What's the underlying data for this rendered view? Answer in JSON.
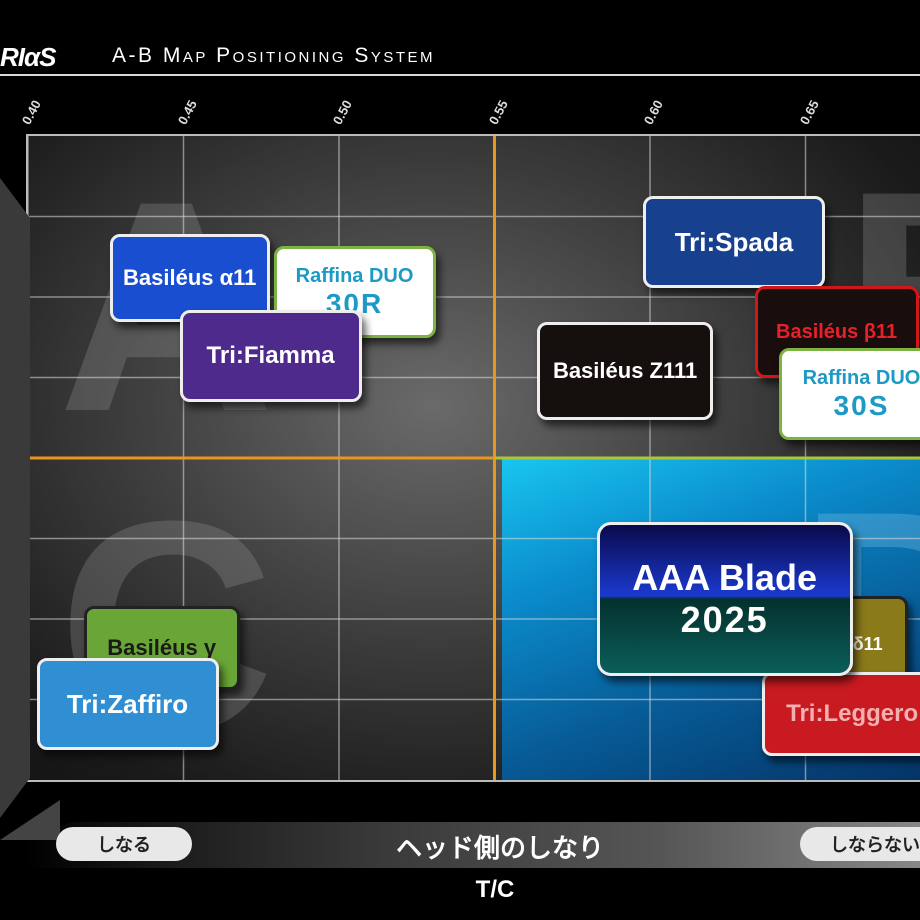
{
  "header": {
    "brand": "RIαS",
    "title": "A-B Map Positioning System"
  },
  "chart_data": {
    "type": "scatter",
    "title": "A-B Map Positioning System",
    "xlabel": "T/C",
    "x_scale_text": "ヘッド側のしなり",
    "x_end_labels": {
      "left": "しなる",
      "right": "しならない"
    },
    "ticks": [
      "0.40",
      "0.45",
      "0.50",
      "0.55",
      "0.60",
      "0.65"
    ],
    "xlim": [
      0.4,
      0.68
    ],
    "grid": true,
    "quadrants": [
      {
        "label": "A",
        "position": "top-left"
      },
      {
        "label": "B",
        "position": "top-right"
      },
      {
        "label": "C",
        "position": "bottom-left"
      },
      {
        "label": "D",
        "position": "bottom-right"
      }
    ],
    "products": [
      {
        "line1": "Basiléus α11",
        "line2": "",
        "quadrant": "A",
        "x": 0.452,
        "bg": "#1a4ed0",
        "fg": "#ffffff"
      },
      {
        "line1": "Raffina DUO",
        "line2": "30R",
        "quadrant": "A",
        "x": 0.505,
        "bg": "#ffffff",
        "fg": "#1c9ac5"
      },
      {
        "line1": "Tri:Fiamma",
        "line2": "",
        "quadrant": "A",
        "x": 0.478,
        "bg": "#4d2a8c",
        "fg": "#ffffff"
      },
      {
        "line1": "Tri:Spada",
        "line2": "",
        "quadrant": "B",
        "x": 0.627,
        "bg": "#17418f",
        "fg": "#ffffff"
      },
      {
        "line1": "Basiléus β11",
        "line2": "",
        "quadrant": "B",
        "x": 0.66,
        "bg": "#1a0d0d",
        "fg": "#e8202a"
      },
      {
        "line1": "Basiléus Z111",
        "line2": "",
        "quadrant": "B",
        "x": 0.592,
        "bg": "#15100e",
        "fg": "#ffffff"
      },
      {
        "line1": "Raffina DUO",
        "line2": "30S",
        "quadrant": "B",
        "x": 0.668,
        "bg": "#ffffff",
        "fg": "#1c9ac5"
      },
      {
        "line1": "AAA Blade",
        "line2": "2025",
        "quadrant": "D",
        "x": 0.624,
        "bg": "#0a2aa8",
        "fg": "#ffffff"
      },
      {
        "line1": "Basiléus γ",
        "line2": "",
        "quadrant": "C",
        "x": 0.443,
        "bg": "#6aa637",
        "fg": "#1a1a1a"
      },
      {
        "line1": "Tri:Zaffiro",
        "line2": "",
        "quadrant": "C",
        "x": 0.432,
        "bg": "#2f8fd2",
        "fg": "#ffffff"
      },
      {
        "line1": "δ11",
        "line2": "",
        "quadrant": "D",
        "x": 0.67,
        "bg": "#8a7a1a",
        "fg": "#ffffff"
      },
      {
        "line1": "Tri:Leggero",
        "line2": "",
        "quadrant": "D",
        "x": 0.665,
        "bg": "#c81a20",
        "fg": "#f4b0b0"
      }
    ],
    "colors": {
      "center_line_x": "#e8961c",
      "center_line_y": "#e8961c",
      "d_region": "#0b8ccc",
      "d_border": "#a8c83a"
    }
  }
}
